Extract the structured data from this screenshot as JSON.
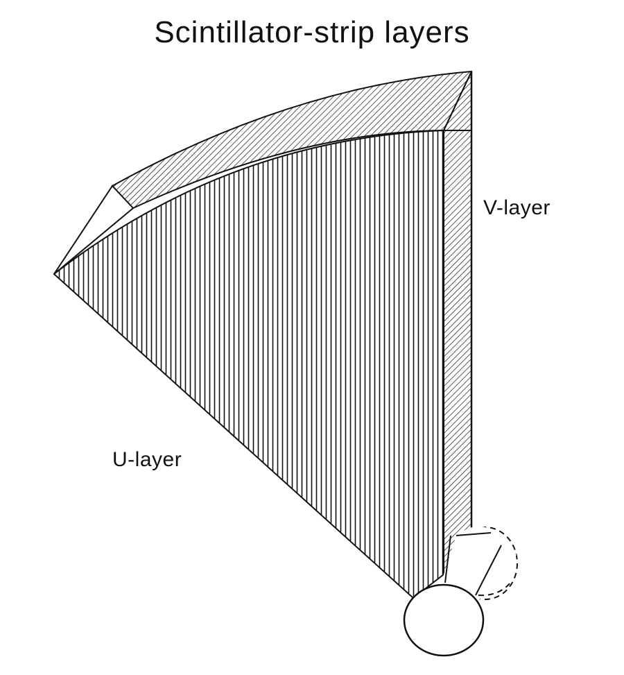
{
  "title": "Scintillator-strip layers",
  "labels": {
    "v_layer": "V-layer",
    "u_layer": "U-layer"
  },
  "colors": {
    "ink": "#111111",
    "background": "#ffffff"
  }
}
